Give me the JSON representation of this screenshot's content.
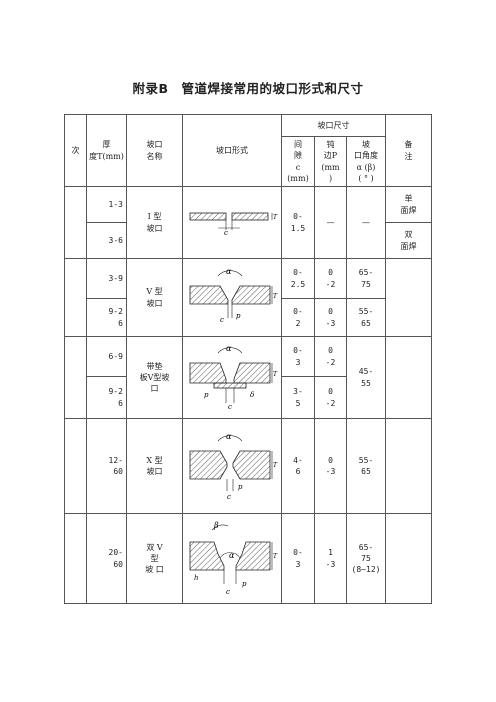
{
  "title": "附录B　管道焊接常用的坡口形式和尺寸",
  "header": {
    "seq": "次",
    "thickness_top": "厚",
    "thickness": "度T(mm)",
    "groove_name_1": "坡口",
    "groove_name_2": "名称",
    "groove_form": "坡口形式",
    "groove_size": "坡口尺寸",
    "gap_1": "间",
    "gap_2": "隙",
    "gap_3": "c",
    "gap_4": "(mm)",
    "root_1": "钝",
    "root_2": "边P",
    "root_3": "(mm",
    "root_4": ")",
    "angle_1": "坡",
    "angle_2": "口角度",
    "angle_3": "α (β)",
    "angle_4": "( ° )",
    "remark_1": "备",
    "remark_2": "注"
  },
  "rows": {
    "r1": {
      "t_a": "1-3",
      "t_b": "3-6",
      "name_1": "I 型",
      "name_2": "坡口",
      "gap": "0-\n1.5",
      "root": "—",
      "angle": "—",
      "remark_a_1": "单",
      "remark_a_2": "面焊",
      "remark_b_1": "双",
      "remark_b_2": "面焊"
    },
    "r2": {
      "t_a": "3-9",
      "t_b_1": "9-2",
      "t_b_2": "6",
      "name_1": "V 型",
      "name_2": "坡口",
      "gap_a": "0-\n2.5",
      "root_a": "0\n-2",
      "angle_a": "65-\n75",
      "gap_b": "0-\n2",
      "root_b": "0\n-3",
      "angle_b": "55-\n65"
    },
    "r3": {
      "t_a": "6-9",
      "t_b_1": "9-2",
      "t_b_2": "6",
      "name_1": "带垫",
      "name_2": "板V型坡",
      "name_3": "口",
      "gap_a": "0-\n3",
      "root_a": "0\n-2",
      "gap_b": "3-\n5",
      "root_b": "0\n-2",
      "angle": "45-\n55"
    },
    "r4": {
      "t_1": "12-",
      "t_2": "60",
      "name_1": "X 型",
      "name_2": "坡口",
      "gap": "4-\n6",
      "root": "0\n-3",
      "angle": "55-\n65"
    },
    "r5": {
      "t_1": "20-",
      "t_2": "60",
      "name_1": "双 V",
      "name_2": "型",
      "name_3": "坡 口",
      "gap": "0-\n3",
      "root": "1\n-3",
      "angle": "65-\n75\n(8~12)"
    }
  },
  "diagram_labels": {
    "gap": "c",
    "root": "p",
    "alpha": "α",
    "beta": "β",
    "thickness": "T",
    "delta": "δ",
    "h": "h"
  }
}
